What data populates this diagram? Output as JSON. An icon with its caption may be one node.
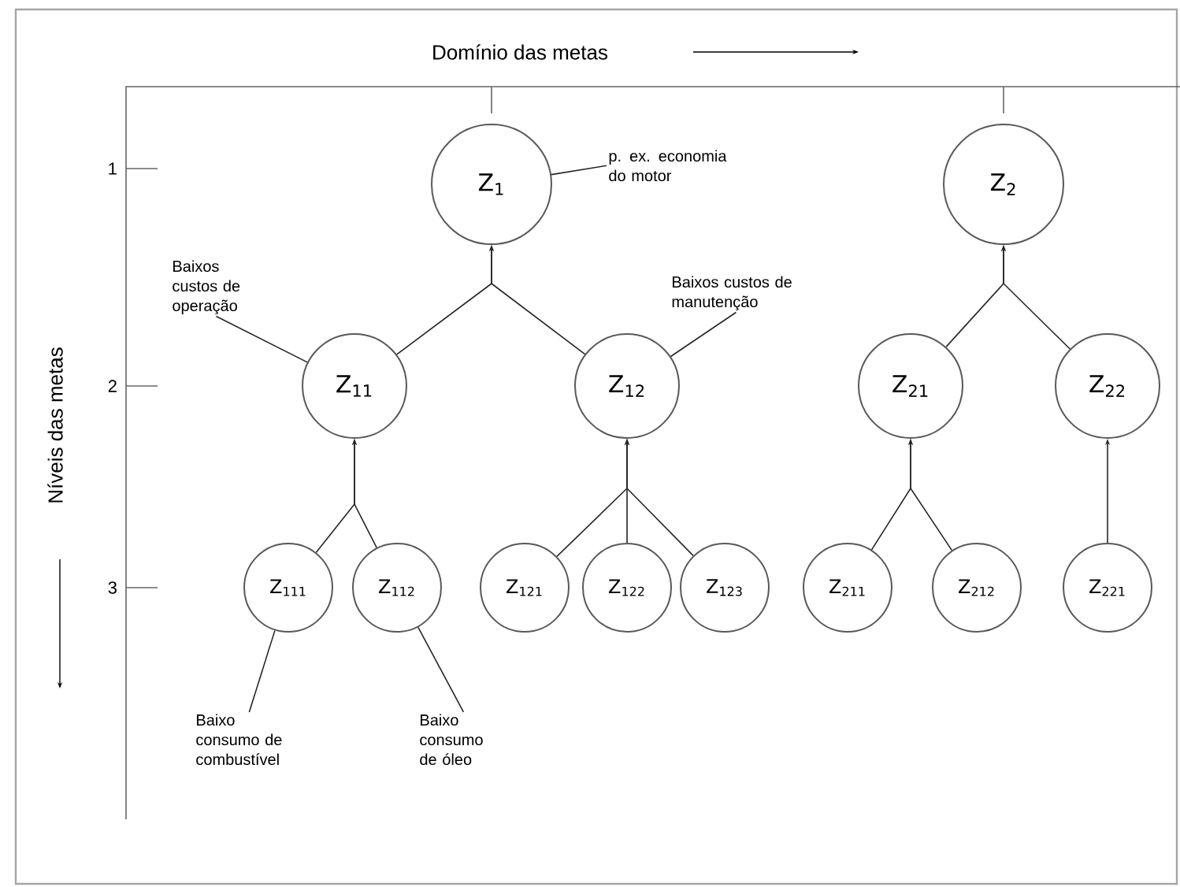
{
  "diagram": {
    "title": "Domínio das metas",
    "nodes": [
      {
        "text": [
          "Z$_{1}$"
        ]
      },
      {
        "text": [
          "p. ex. economia do motor"
        ]
      },
      {
        "text": [
          "Z$_{2}$"
        ]
      },
      {
        "text": [
          "Baixos custos de operação"
        ]
      },
      {
        "text": [
          "Z$_{11}$"
        ]
      },
      {
        "text": [
          "Baixos custos de manutenção"
        ]
      },
      {
        "text": [
          "Z$_{12}$"
        ]
      },
      {
        "text": [
          "Z$_{21}$"
        ]
      },
      {
        "text": [
          "Z$_{22}$"
        ]
      },
      {
        "text": [
          "Z$_{111}$"
        ]
      },
      {
        "text": [
          "Z$_{112}$"
        ]
      },
      {
        "text": [
          "Z$_{121}$"
        ]
      },
      {
        "text": [
          "Z$_{122}$"
        ]
      },
      {
        "text": [
          "Z$_{123}$"
        ]
      },
      {
        "text": [
          "Z$_{211}$"
        ]
      },
      {
        "text": [
          "Z$_{212}$"
        ]
      },
      {
        "text": [
          "Z$_{221}$"
        ]
      },
      {
        "text": [
          "Baixo consumo de combustível"
        ]
      },
      {
        "text": [
          "Baixo consumo de óleo"
        ]
      }
    ],
    "edges": [
      {
        "from": 4,
        "to": 0,
        "arrow": "to"
      },
      {
        "from": 6,
        "to": 0,
        "arrow": "to"
      },
      {
        "from": 7,
        "to": 2,
        "arrow": "to"
      },
      {
        "from": 8,
        "to": 2,
        "arrow": "to"
      },
      {
        "from": 9,
        "to": 4,
        "arrow": "to"
      },
      {
        "from": 10,
        "to": 4,
        "arrow": "to"
      },
      {
        "from": 11,
        "to": 6,
        "arrow": "to"
      },
      {
        "from": 12,
        "to": 6,
        "arrow": "to"
      },
      {
        "from": 13,
        "to": 6,
        "arrow": "to"
      },
      {
        "from": 14,
        "to": 7,
        "arrow": "to"
      },
      {
        "from": 15,
        "to": 7,
        "arrow": "to"
      },
      {
        "from": 16,
        "to": 8,
        "arrow": "to"
      },
      {
        "from": 1,
        "to": 0,
        "arrow": "none"
      },
      {
        "from": 3,
        "to": 4,
        "arrow": "none"
      },
      {
        "from": 5,
        "to": 6,
        "arrow": "none"
      },
      {
        "from": 17,
        "to": 9,
        "arrow": "none"
      },
      {
        "from": 18,
        "to": 10,
        "arrow": "none"
      }
    ],
    "labels": [
      "Níveis das metas",
      "1",
      "2",
      "3"
    ]
  }
}
